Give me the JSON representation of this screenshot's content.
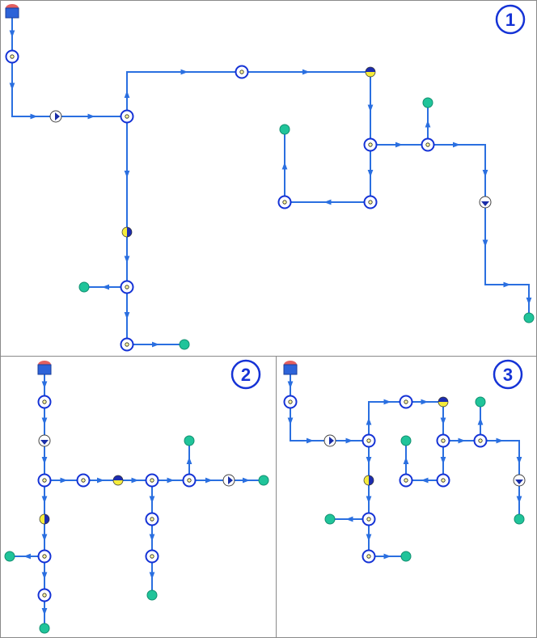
{
  "panels": [
    {
      "id": "panel-1",
      "label": "1"
    },
    {
      "id": "panel-2",
      "label": "2"
    },
    {
      "id": "panel-3",
      "label": "3"
    }
  ],
  "colors": {
    "pipe": "#2a6fe0",
    "junction": "#1533d6",
    "leaf": "#20c49a",
    "tank": "#2d63d8",
    "valve_yellow": "#f5ec3a",
    "valve_blue": "#1c2cb0"
  }
}
